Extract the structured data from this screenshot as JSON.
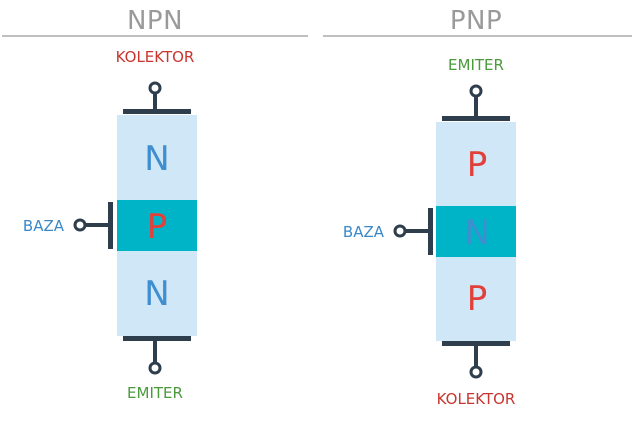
{
  "colors": {
    "light_layer": "#cfe7f7",
    "base_layer": "#00b4c8",
    "contact": "#2f3e4c",
    "letter_n": "#3f8ed0",
    "letter_p": "#e2403a",
    "label_kolektor": "#c9352f",
    "label_emiter": "#4a9a3c",
    "label_baza": "#3a88c8",
    "title": "#9a9a9a",
    "rule": "#999999"
  },
  "npn": {
    "title": "NPN",
    "top_label": "KOLEKTOR",
    "bottom_label": "EMITER",
    "base_label": "BAZA",
    "layers": [
      "N",
      "P",
      "N"
    ]
  },
  "pnp": {
    "title": "PNP",
    "top_label": "EMITER",
    "bottom_label": "KOLEKTOR",
    "base_label": "BAZA",
    "layers": [
      "P",
      "N",
      "P"
    ]
  }
}
